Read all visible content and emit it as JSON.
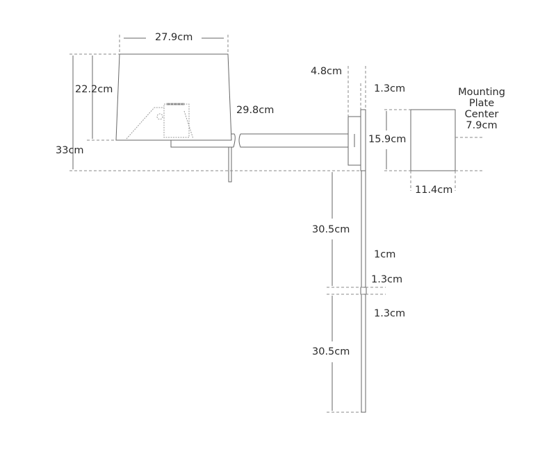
{
  "diagram": {
    "type": "dimension-drawing",
    "subject": "swing-arm wall lamp",
    "colors": {
      "line": "#666666",
      "dashed": "#777777",
      "text": "#2a2a2a",
      "background": "#ffffff"
    },
    "dimensions": {
      "shade_top_width": "27.9cm",
      "shade_height": "22.2cm",
      "overall_height": "33cm",
      "shade_bottom_width": "29.8cm",
      "backplate_depth": "4.8cm",
      "backplate_thickness": "1.3cm",
      "plate_height": "15.9cm",
      "plate_width": "11.4cm",
      "mounting_plate_center_label_1": "Mounting",
      "mounting_plate_center_label_2": "Plate",
      "mounting_plate_center_label_3": "Center",
      "mounting_plate_center": "7.9cm",
      "cord_upper_length": "30.5cm",
      "cord_width": "1cm",
      "joint_height": "1.3cm",
      "lower_rod_width": "1.3cm",
      "cord_lower_length": "30.5cm"
    }
  }
}
